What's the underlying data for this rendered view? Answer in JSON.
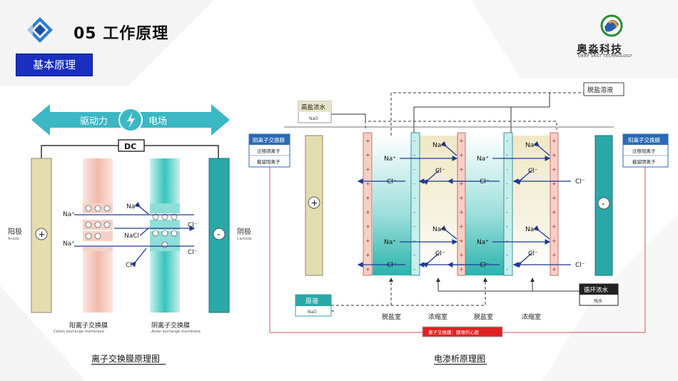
{
  "header": {
    "title": "05 工作原理",
    "section_label": "基本原理",
    "brand_name": "奥淼科技",
    "brand_sub": "DEEP VAST TECHNOLOGY"
  },
  "left_diagram": {
    "arrow_left_label": "驱动力",
    "arrow_right_label": "电场",
    "dc_label": "DC",
    "anode_cn": "阳极",
    "anode_en": "Anode",
    "cathode_cn": "阴极",
    "cathode_en": "Cathode",
    "plus_sign": "+",
    "minus_sign": "-",
    "na_ion": "Na⁺",
    "cl_ion": "Cl⁻",
    "nacl": "NaCl",
    "cation_membrane_cn": "阳离子交换膜",
    "cation_membrane_en": "Cation exchange membrane",
    "anion_membrane_cn": "阴离子交换膜",
    "anion_membrane_en": "Anion exchange membrane",
    "caption": "离子交换膜原理图"
  },
  "right_diagram": {
    "desalinated_liquid": "脱盐溶液",
    "high_salt_box_title": "高盐浓水",
    "high_salt_box_sub": "NaO",
    "anion_panel_title": "阴离子交换膜",
    "anion_panel_row1": "迁移阴离子",
    "anion_panel_row2": "截留阳离子",
    "cation_panel_title": "阳离子交换膜",
    "cation_panel_row1": "迁移阳离子",
    "cation_panel_row2": "截留阴离子",
    "raw_liquid_title": "原液",
    "raw_liquid_sub": "NaO",
    "circulating_title": "循环浓水",
    "circulating_sub": "残水",
    "chamber_labels": [
      "脱盐室",
      "浓缩室",
      "脱盐室",
      "浓缩室"
    ],
    "heart_banner": "离子交换膜：膜堆的心脏",
    "na_ion": "Na⁺",
    "cl_ion": "Cl⁻",
    "plus_sign": "+",
    "minus_sign": "-",
    "caption": "电渗析原理图"
  },
  "colors": {
    "accent_blue": "#1a2fbf",
    "teal": "#2aa8a8",
    "electrode_beige": "#e4ddb0",
    "cation_pink": "#f2c7bd",
    "arrow_blue": "#1f3a93",
    "highlight_red": "#e02020"
  }
}
